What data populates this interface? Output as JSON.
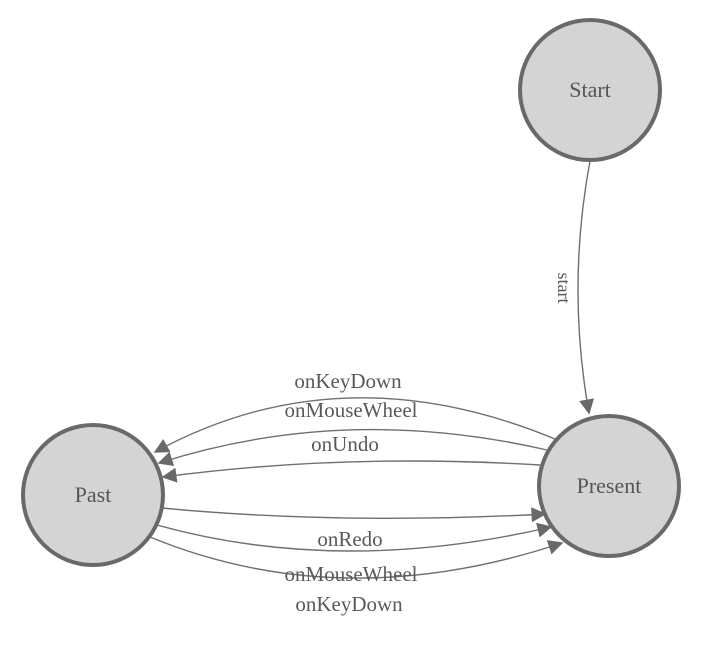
{
  "diagram": {
    "type": "finite-state-machine",
    "background_color": "#ffffff",
    "colors": {
      "node_fill": "#d4d4d4",
      "node_border": "#696969",
      "edge_line": "#6f6f6f",
      "arrowhead": "#696969",
      "label_text": "#595959"
    },
    "nodes": [
      {
        "id": "start",
        "label": "Start"
      },
      {
        "id": "present",
        "label": "Present"
      },
      {
        "id": "past",
        "label": "Past"
      }
    ],
    "edges": [
      {
        "from": "Start",
        "to": "Present",
        "label": "start"
      },
      {
        "from": "Present",
        "to": "Past",
        "label": "onKeyDown"
      },
      {
        "from": "Present",
        "to": "Past",
        "label": "onMouseWheel"
      },
      {
        "from": "Present",
        "to": "Past",
        "label": "onUndo"
      },
      {
        "from": "Past",
        "to": "Present",
        "label": "onRedo"
      },
      {
        "from": "Past",
        "to": "Present",
        "label": "onMouseWheel"
      },
      {
        "from": "Past",
        "to": "Present",
        "label": "onKeyDown"
      }
    ]
  }
}
